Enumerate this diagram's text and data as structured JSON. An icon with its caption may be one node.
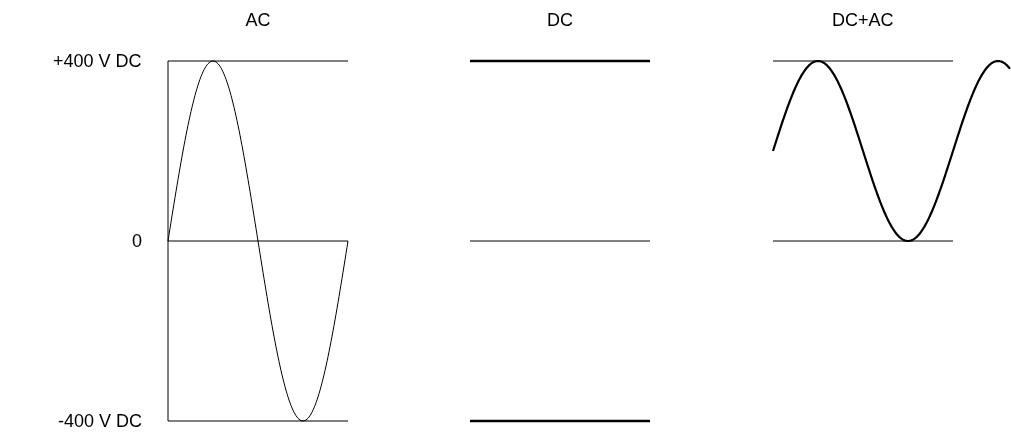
{
  "diagram": {
    "labels": [
      "AC",
      "DC",
      "DC+AC",
      "+400 V DC",
      "0",
      "-400 V DC"
    ]
  }
}
